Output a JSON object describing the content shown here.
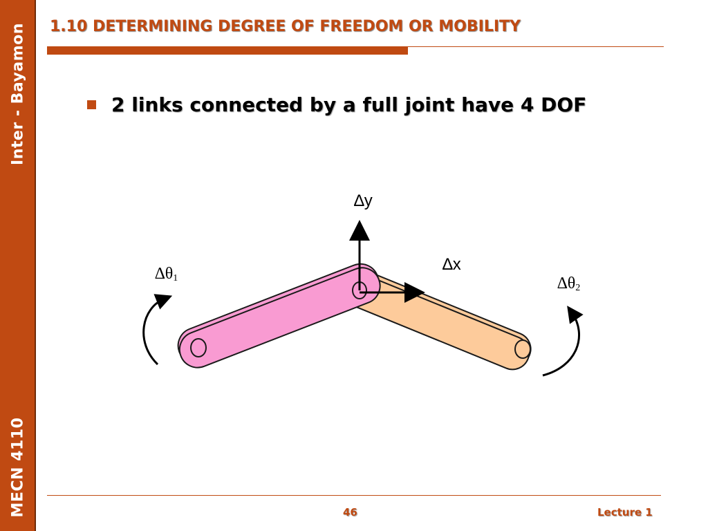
{
  "sidebar": {
    "top_text": "Inter - Bayamon",
    "bottom_text": "MECN 4110"
  },
  "header": {
    "title": "1.10 DETERMINING DEGREE OF FREEDOM OR MOBILITY"
  },
  "content": {
    "bullet": "2 links connected by a full joint have 4 DOF"
  },
  "diagram": {
    "labels": {
      "delta": "∆",
      "theta": "θ",
      "y": "y",
      "x": "x",
      "sub1": "1",
      "sub2": "2"
    },
    "colors": {
      "link_left": "#f99bd2",
      "link_right": "#fdcb9b",
      "accent": "#c04a12"
    }
  },
  "footer": {
    "page": "46",
    "lecture": "Lecture 1"
  }
}
